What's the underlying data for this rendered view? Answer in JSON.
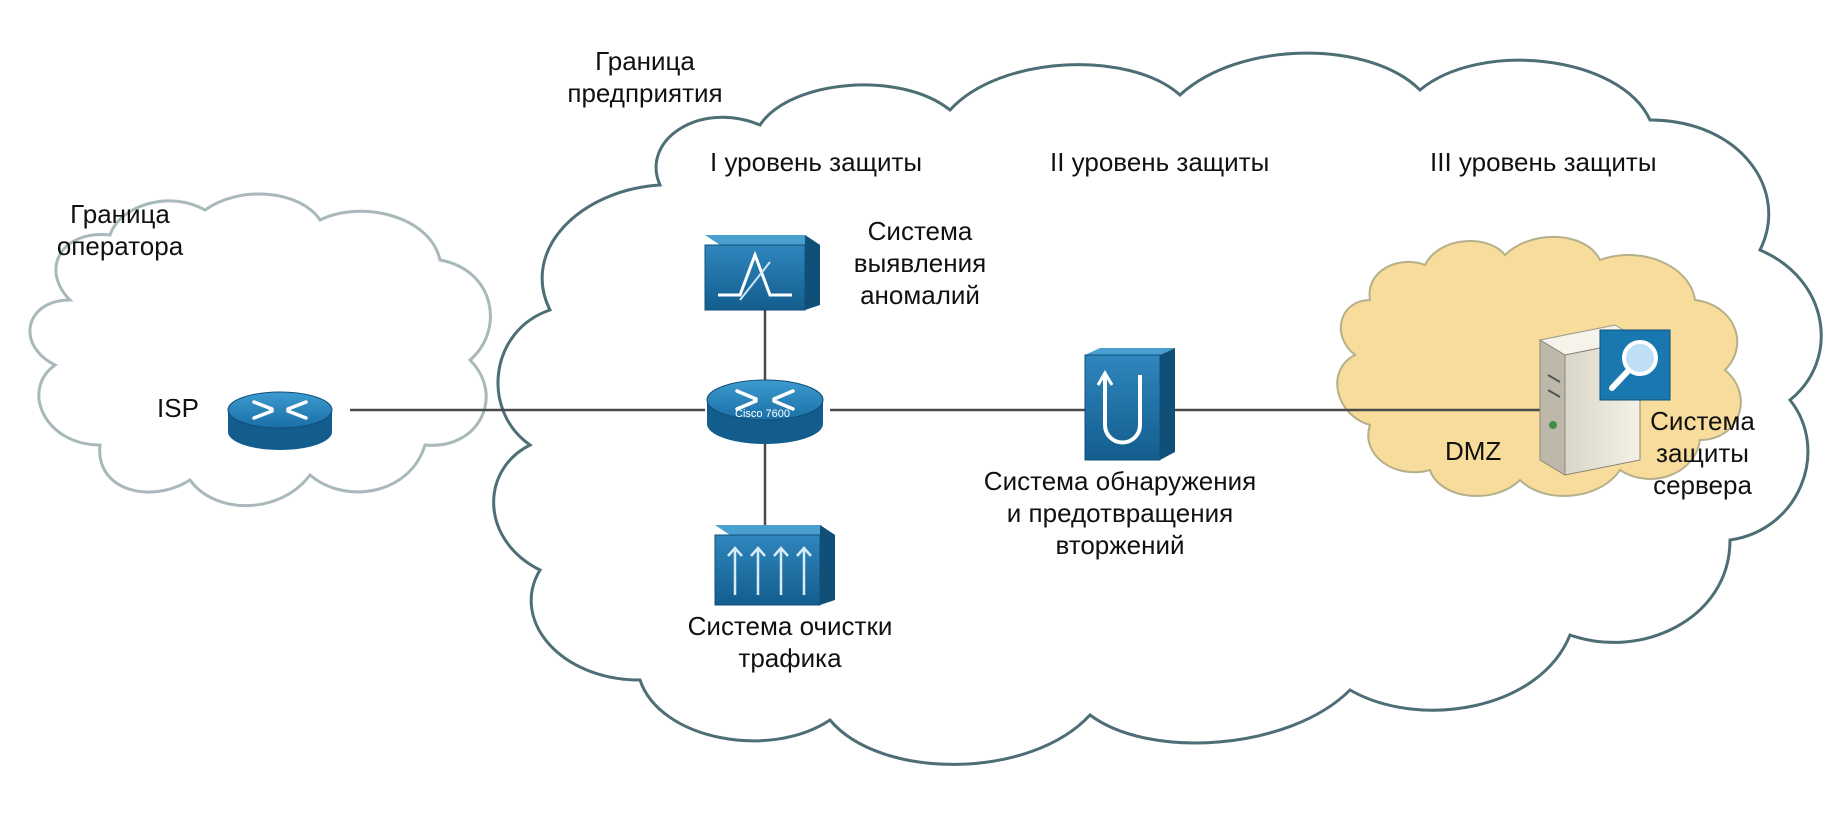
{
  "labels": {
    "operator_boundary": [
      "Граница",
      "оператора"
    ],
    "enterprise_boundary": [
      "Граница",
      "предприятия"
    ],
    "level1": "I уровень защиты",
    "level2": "II уровень защиты",
    "level3": "III уровень защиты",
    "isp": "ISP",
    "anomaly_system": [
      "Система",
      "выявления",
      "аномалий"
    ],
    "cleaning_system": [
      "Система очистки",
      "трафика"
    ],
    "ips_system": [
      "Система обнаружения",
      "и предотвращения",
      "вторжений"
    ],
    "dmz": "DMZ",
    "server_protection": [
      "Система",
      "защиты",
      "сервера"
    ],
    "router_model": "Cisco 7600"
  },
  "colors": {
    "cloud_stroke": "#4d6e74",
    "operator_cloud_stroke": "#a8b8bb",
    "dmz_fill": "#f7dc9b",
    "device_blue": "#1a78b0",
    "device_dark": "#0f5a85",
    "link": "#4a4a4a"
  },
  "icons": {
    "isp_router": "router-icon",
    "core_router": "router-icon",
    "anomaly_detector": "anomaly-guard-icon",
    "traffic_cleaner": "traffic-cleaner-icon",
    "ips_sensor": "ips-sensor-icon",
    "server": "server-icon",
    "server_protection": "magnifier-shield-icon"
  }
}
